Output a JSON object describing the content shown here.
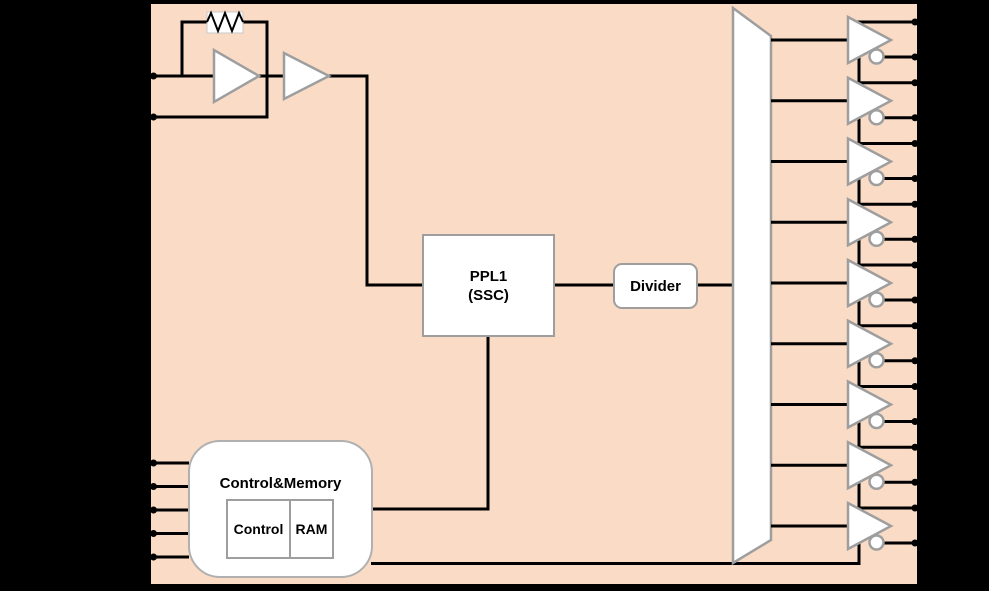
{
  "colors": {
    "background": "#000000",
    "chip_fill": "#fadcc6",
    "wire": "#000000",
    "block_fill": "#ffffff",
    "block_border": "#9e9e9e"
  },
  "blocks": {
    "pll": {
      "line1": "PPL1",
      "line2": "(SSC)"
    },
    "divider": {
      "label": "Divider"
    },
    "control_memory": {
      "title": "Control&Memory",
      "control_label": "Control",
      "ram_label": "RAM"
    }
  },
  "diagram": {
    "left_pins": {
      "oscillator_count": 2,
      "control_count": 5
    },
    "output_buffers": {
      "count": 9,
      "outputs_per_buffer": 2
    },
    "symbols": [
      "feedback-resistor",
      "oscillator-amplifier",
      "clock-buffer",
      "distribution-mux-trapezoid",
      "differential-output-buffer"
    ]
  }
}
